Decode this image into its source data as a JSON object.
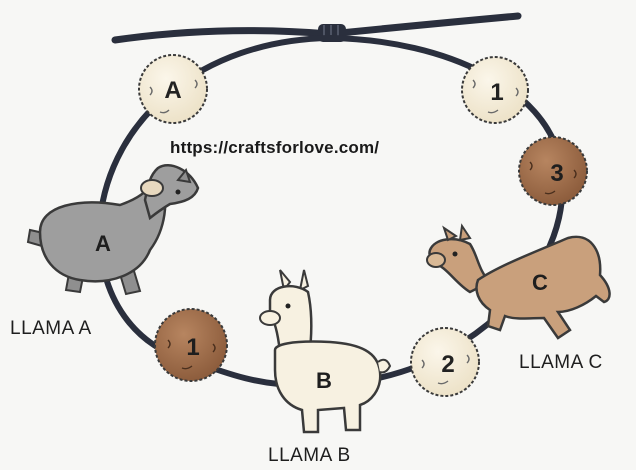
{
  "url": "https://craftsforlove.com/",
  "beads": [
    {
      "text": "A",
      "color": "#f6eedb"
    },
    {
      "text": "1",
      "color": "#f6eedb"
    },
    {
      "text": "3",
      "color": "#9c6b48"
    },
    {
      "text": "2",
      "color": "#f6eedb"
    },
    {
      "text": "1",
      "color": "#9c6b48"
    }
  ],
  "llamas": [
    {
      "body_text": "A",
      "label": "LLAMA A",
      "color": "#9e9e9e"
    },
    {
      "body_text": "B",
      "label": "LLAMA B",
      "color": "#f7f1e1"
    },
    {
      "body_text": "C",
      "label": "LLAMA C",
      "color": "#c9a07c"
    }
  ],
  "colors": {
    "cord": "#2a2f3d",
    "outline": "#3a3a3a",
    "background": "#f7f7f5"
  }
}
